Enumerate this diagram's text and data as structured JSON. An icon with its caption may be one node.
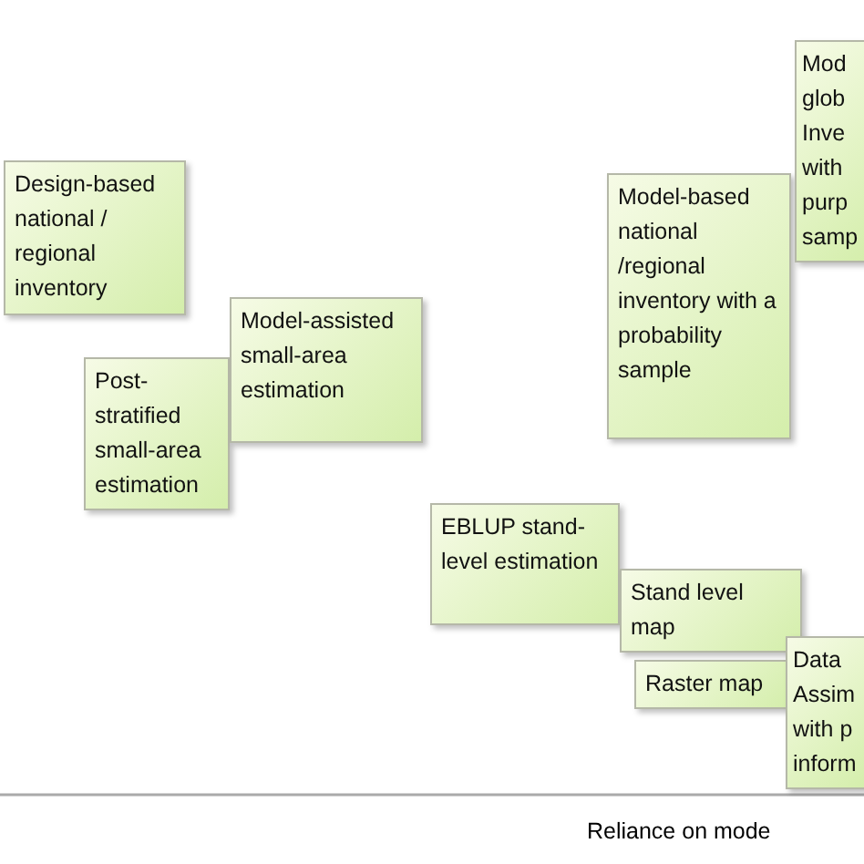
{
  "diagram": {
    "nodes": [
      {
        "text": [
          "Design-based national / regional inventory"
        ]
      },
      {
        "text": [
          "Post-stratified small-area estimation"
        ]
      },
      {
        "text": [
          "Model-assisted small-area estimation"
        ]
      },
      {
        "text": [
          "Model-based national /regional inventory with a probability sample"
        ]
      },
      {
        "text": [
          "Mod glob Inve with purp samp"
        ]
      },
      {
        "text": [
          "EBLUP stand-level estimation"
        ]
      },
      {
        "text": [
          "Stand level map"
        ]
      },
      {
        "text": [
          "Raster map"
        ]
      },
      {
        "text": [
          "Data Assim with p inform"
        ]
      }
    ],
    "edges": [],
    "labels": [
      "Reliance on mode"
    ]
  }
}
